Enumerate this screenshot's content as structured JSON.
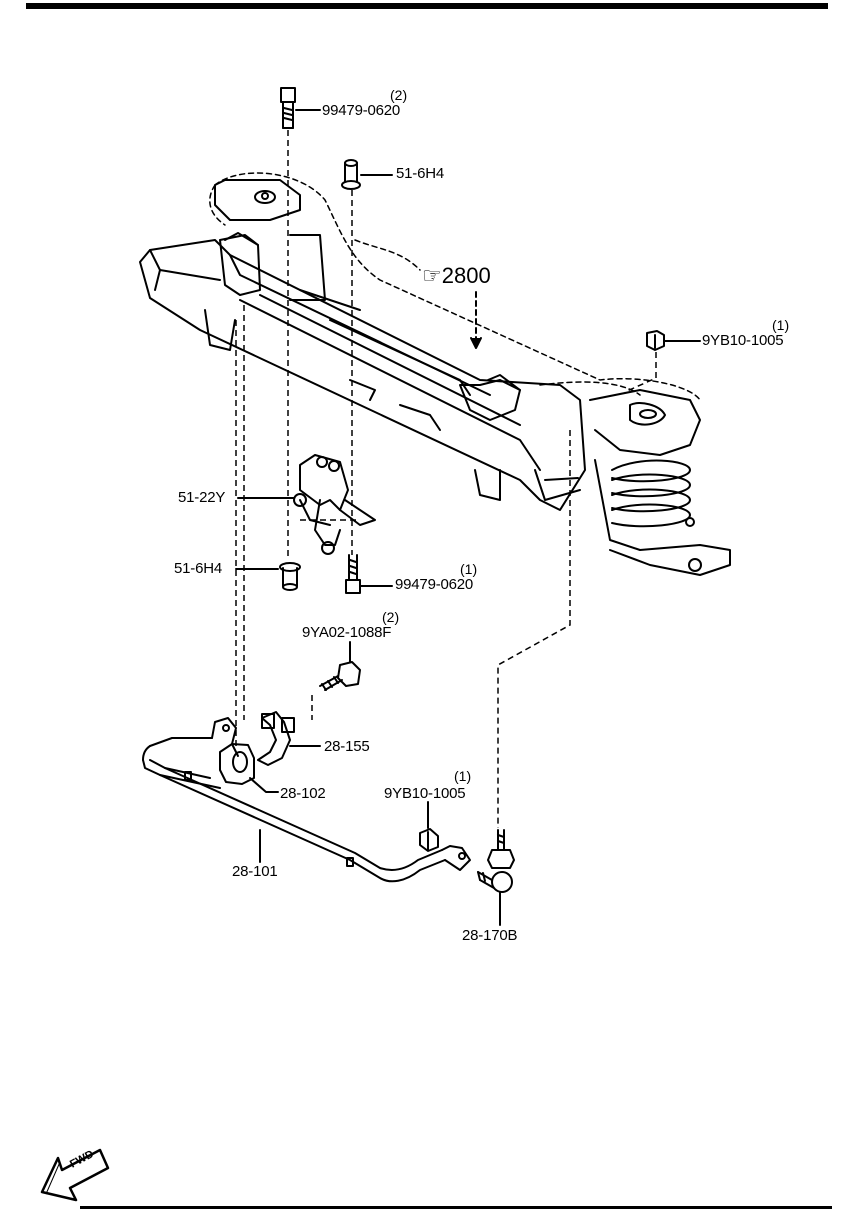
{
  "parts": {
    "bolt_top": {
      "part_no": "99479-0620",
      "qty": "(2)"
    },
    "collar_top": {
      "part_no": "51-6H4"
    },
    "crossmember_ref": {
      "ref": "2800"
    },
    "nut_right": {
      "part_no": "9YB10-1005",
      "qty": "(1)"
    },
    "bracket": {
      "part_no": "51-22Y"
    },
    "collar_bottom": {
      "part_no": "51-6H4"
    },
    "bolt_mid": {
      "part_no": "99479-0620",
      "qty": "(1)"
    },
    "bolt_clamp": {
      "part_no": "9YA02-1088F",
      "qty": "(2)"
    },
    "clamp": {
      "part_no": "28-155"
    },
    "bushing": {
      "part_no": "28-102"
    },
    "nut_link": {
      "part_no": "9YB10-1005",
      "qty": "(1)"
    },
    "stabilizer_bar": {
      "part_no": "28-101"
    },
    "stabilizer_link": {
      "part_no": "28-170B"
    }
  },
  "fwd_arrow": {
    "label": "FWD"
  },
  "icons": {
    "reference_hand": "pointing-hand-icon"
  },
  "colors": {
    "ink": "#000000",
    "paper": "#ffffff"
  }
}
